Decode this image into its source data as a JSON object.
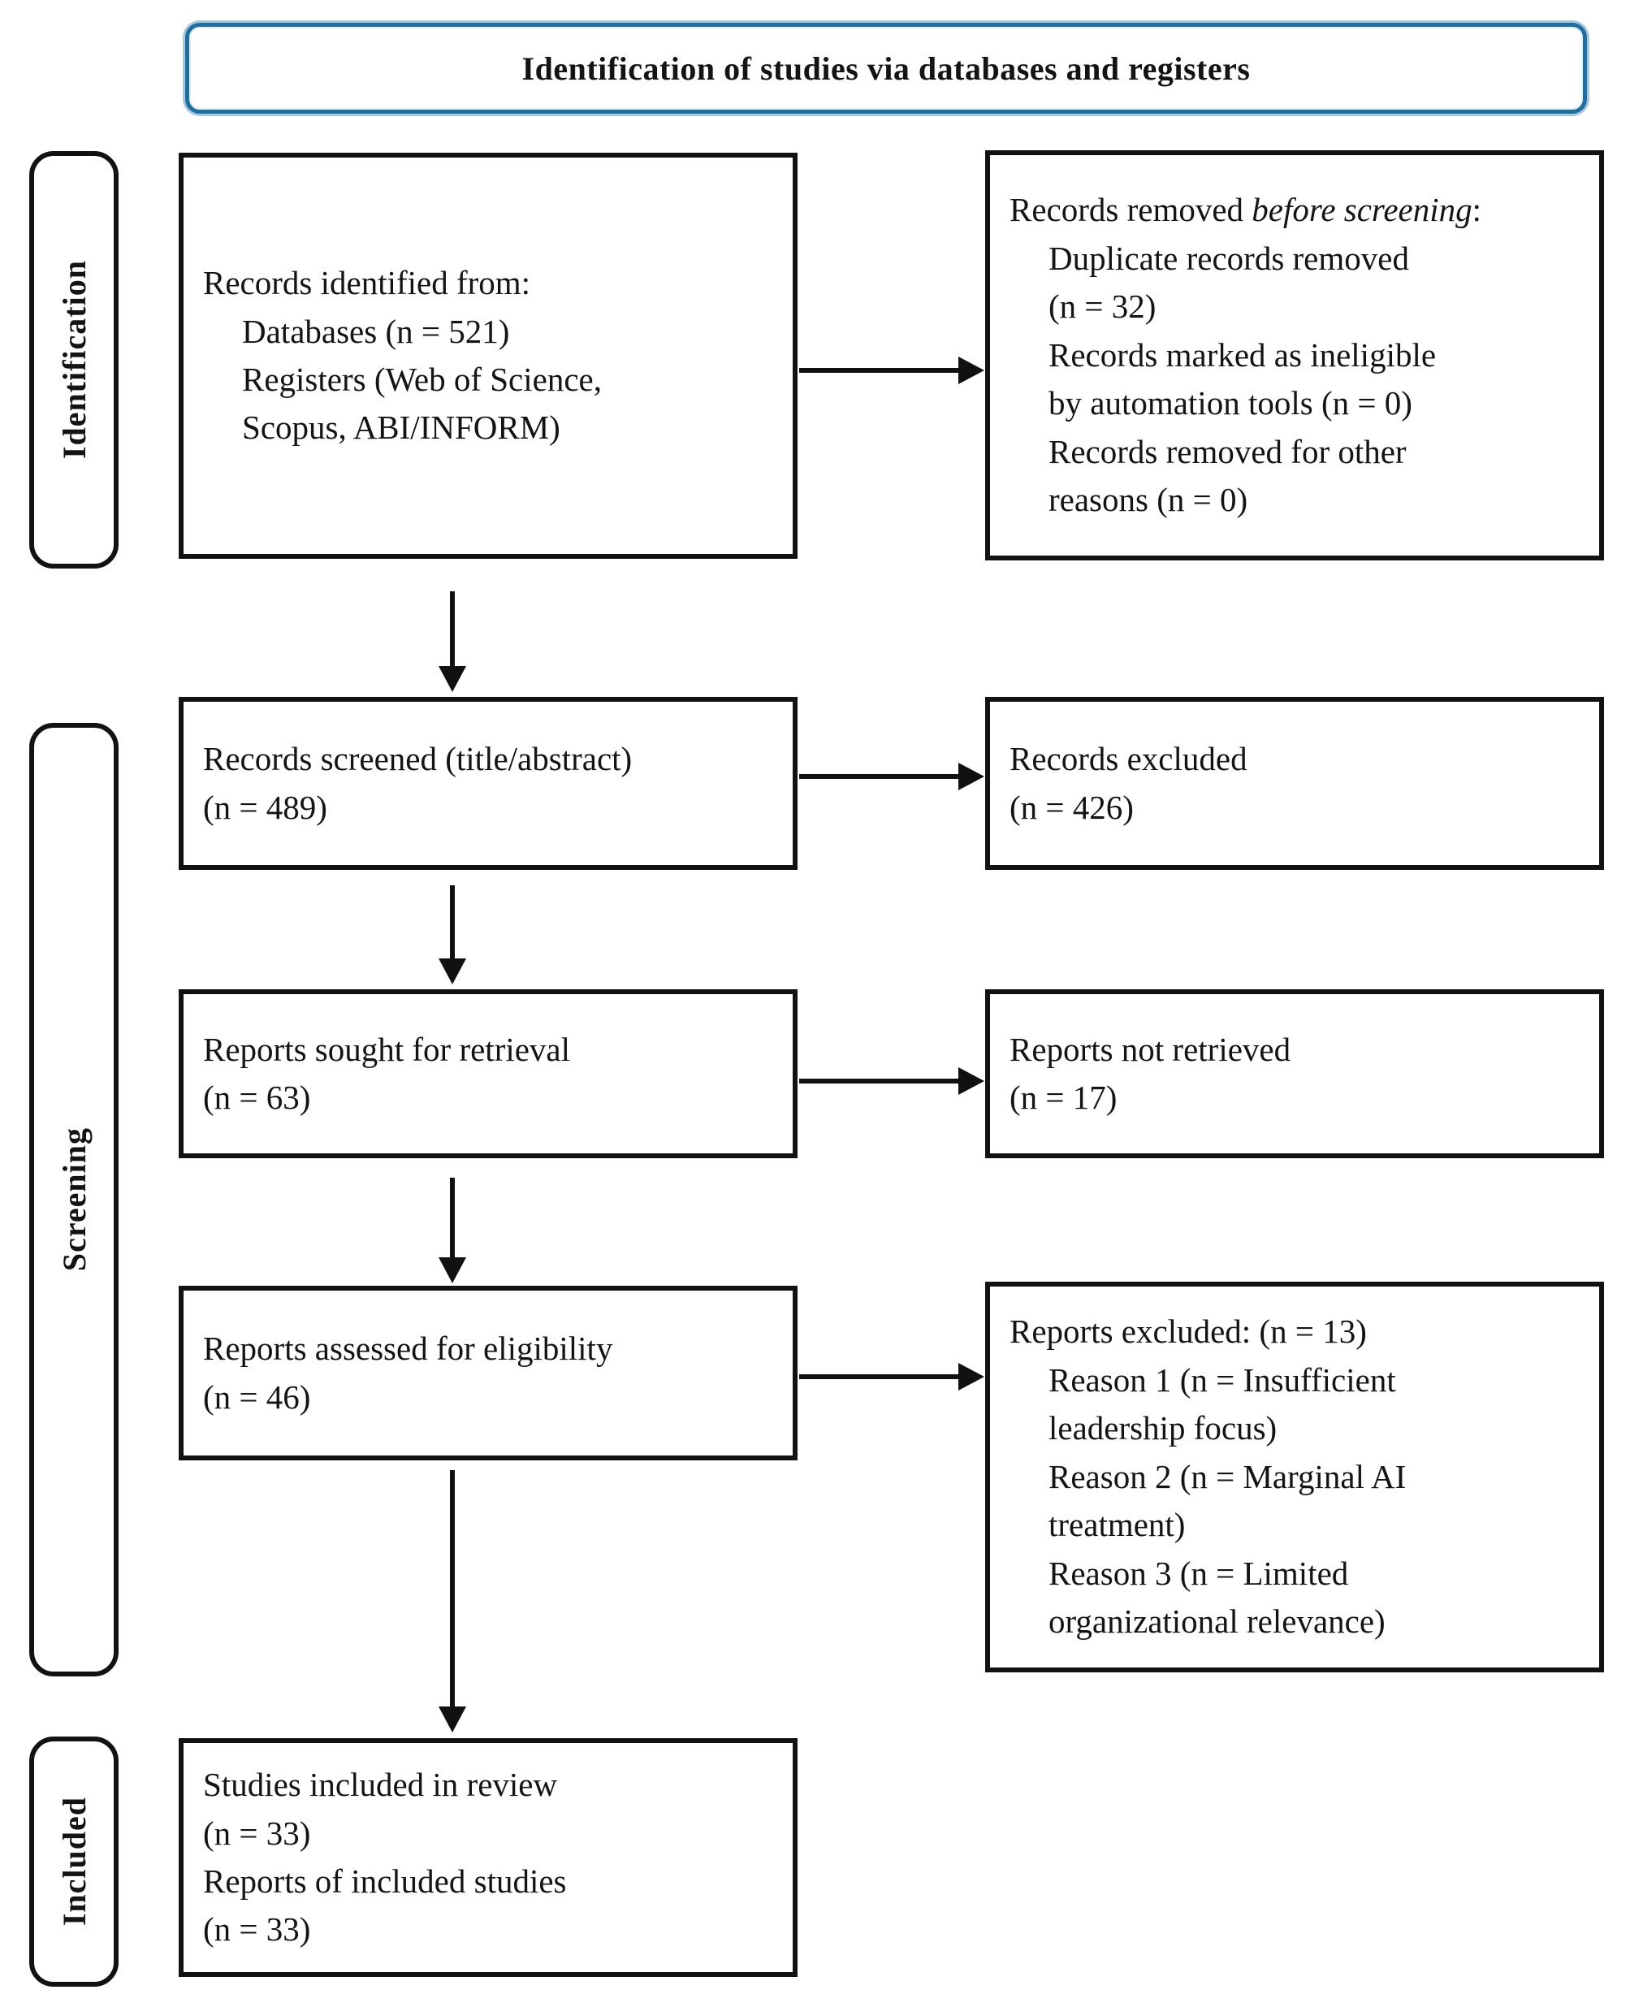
{
  "colors": {
    "banner_border": "#1e6fa1",
    "banner_halo": "#a9c7dd",
    "box_border": "#121212",
    "arrow": "#111111",
    "text": "#141414"
  },
  "banner": {
    "title": "Identification of studies via databases and registers"
  },
  "stages": {
    "identification": "Identification",
    "screening": "Screening",
    "included": "Included"
  },
  "boxes": {
    "identified": {
      "l0": "Records identified from:",
      "l1": "Databases (n = 521)",
      "l2": "Registers (Web of Science,",
      "l3": "Scopus, ABI/INFORM)"
    },
    "removed": {
      "prefix": "Records removed ",
      "italic": "before screening",
      "suffix": ":",
      "l1": "Duplicate records removed",
      "l2": "(n = 32)",
      "l3": "Records marked as ineligible",
      "l4": "by automation tools (n = 0)",
      "l5": "Records removed for other",
      "l6": "reasons (n = 0)"
    },
    "screened": {
      "l0": "Records screened (title/abstract)",
      "l1": "(n = 489)"
    },
    "records_excluded": {
      "l0": "Records excluded",
      "l1": "(n = 426)"
    },
    "sought": {
      "l0": "Reports sought for retrieval",
      "l1": "(n = 63)"
    },
    "not_retrieved": {
      "l0": "Reports not retrieved",
      "l1": "(n = 17)"
    },
    "assessed": {
      "l0": "Reports assessed for eligibility",
      "l1": "(n = 46)"
    },
    "reports_excluded": {
      "l0": "Reports excluded: (n = 13)",
      "l1": "Reason 1 (n = Insufficient",
      "l2": "leadership focus)",
      "l3": "Reason 2 (n = Marginal AI",
      "l4": "treatment)",
      "l5": "Reason 3 (n = Limited",
      "l6": "organizational relevance)"
    },
    "included": {
      "l0": "Studies included in review",
      "l1": "(n = 33)",
      "l2": "Reports of included studies",
      "l3": "(n = 33)"
    }
  }
}
